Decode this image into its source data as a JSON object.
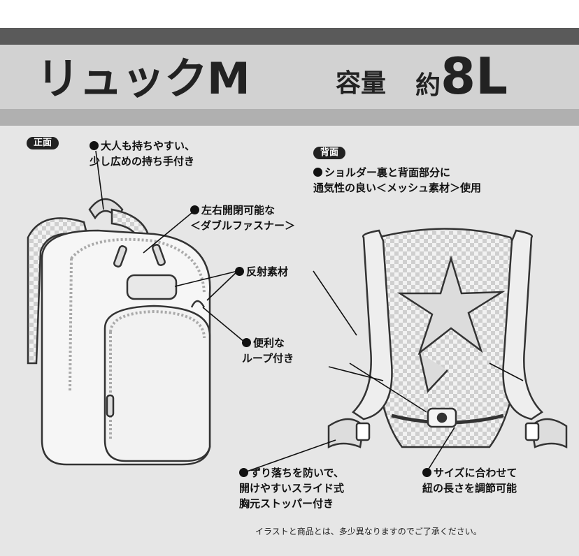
{
  "header": {
    "title": "リュックM",
    "capacity_label": "容量",
    "capacity_prefix": "約",
    "capacity_value": "8L"
  },
  "front": {
    "tag": "正面",
    "notes": [
      {
        "lines": [
          "大人も持ちやすい、",
          "少し広めの持ち手付き"
        ]
      },
      {
        "lines": [
          "左右開閉可能な",
          "＜ダブルファスナー＞"
        ]
      },
      {
        "lines": [
          "反射素材"
        ]
      },
      {
        "lines": [
          "便利な",
          "ループ付き"
        ]
      },
      {
        "lines": [
          "ずり落ちを防いで、",
          "開けやすいスライド式",
          "胸元ストッパー付き"
        ]
      }
    ]
  },
  "back": {
    "tag": "背面",
    "notes": [
      {
        "lines": [
          "ショルダー裏と背面部分に",
          "通気性の良い＜メッシュ素材＞使用"
        ]
      },
      {
        "lines": [
          "サイズに合わせて",
          "紐の長さを調節可能"
        ]
      }
    ]
  },
  "footer": {
    "disclaimer": "イラストと商品とは、多少異なりますのでご了承ください。"
  }
}
